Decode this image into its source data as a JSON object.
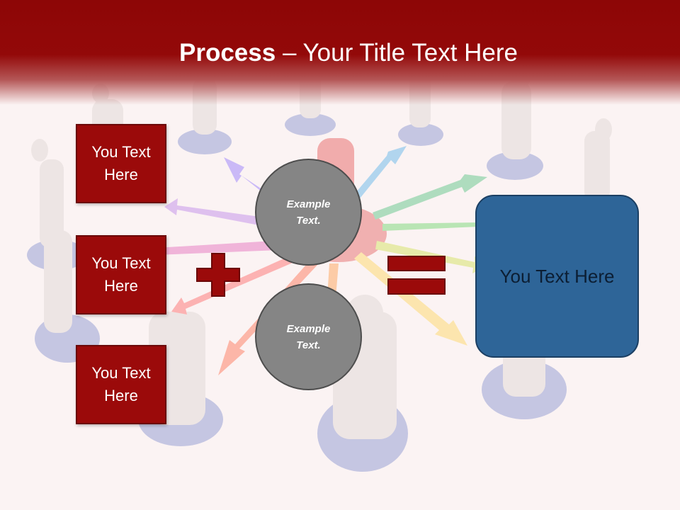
{
  "slide": {
    "title_bold": "Process",
    "title_rest": " – Your Title Text Here",
    "inputs": [
      {
        "label": "You Text Here"
      },
      {
        "label": "You Text Here"
      },
      {
        "label": "You Text Here"
      }
    ],
    "circles": [
      {
        "label": "Example Text."
      },
      {
        "label": "Example Text."
      }
    ],
    "operators": {
      "plus": "plus-icon",
      "equals": "equals-icon"
    },
    "result": {
      "label": "You Text Here"
    }
  },
  "colors": {
    "header_red": "#8d0606",
    "box_red": "#9b0a0a",
    "circle_gray": "#858585",
    "result_blue": "#2e6598"
  }
}
